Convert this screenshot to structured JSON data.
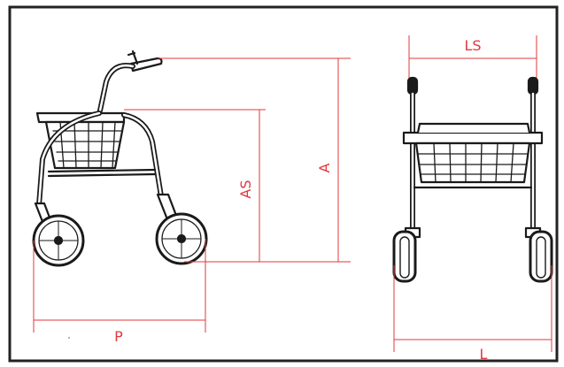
{
  "diagram": {
    "labels": {
      "A": "A",
      "AS": "AS",
      "LS": "LS",
      "L": "L",
      "P": "P"
    },
    "colors": {
      "dimension": "#e0393e",
      "drawing": "#1a1a1a",
      "border": "#222222",
      "background": "#ffffff"
    }
  }
}
